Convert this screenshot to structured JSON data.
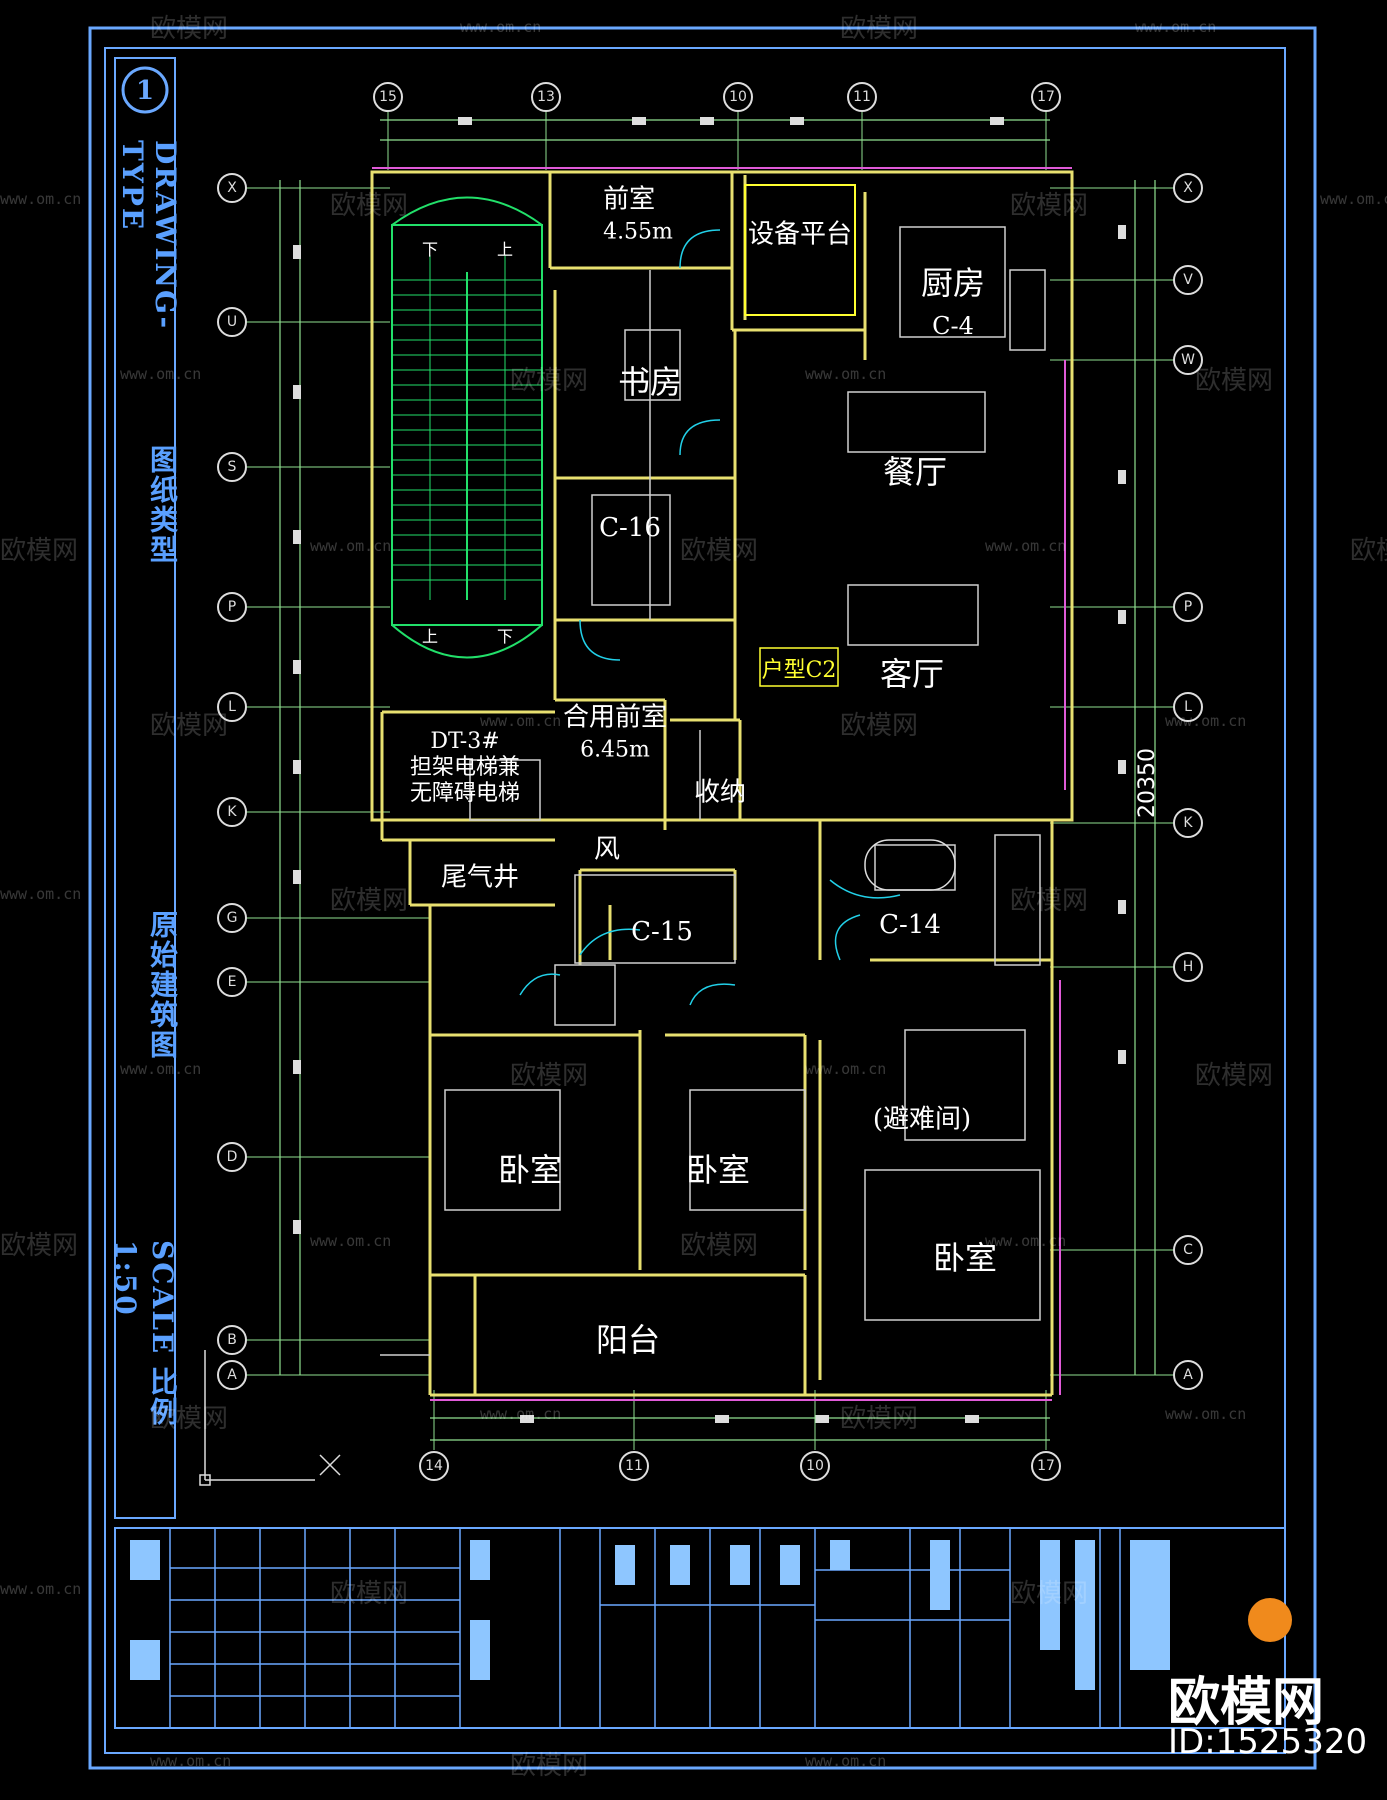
{
  "sheet": {
    "number": "1",
    "drawing_type_en": "DRAWING-TYPE",
    "drawing_type_cn": "图纸类型",
    "drawing_title": "原始建筑图",
    "scale": "SCALE 比例 1:50"
  },
  "rooms": [
    {
      "id": "front-room",
      "label": "前室",
      "sub": "4.55m"
    },
    {
      "id": "equipment-platform",
      "label": "设备平台"
    },
    {
      "id": "kitchen",
      "label": "厨房",
      "sub": "C-4"
    },
    {
      "id": "study",
      "label": "书房"
    },
    {
      "id": "dining-room",
      "label": "餐厅"
    },
    {
      "id": "bathroom-c16",
      "label": "C-16"
    },
    {
      "id": "unit-type",
      "label": "户型C2"
    },
    {
      "id": "living-room",
      "label": "客厅"
    },
    {
      "id": "elevator",
      "label": "DT-3#",
      "sub": "担架电梯兼",
      "sub2": "无障碍电梯"
    },
    {
      "id": "shared-front-room",
      "label": "合用前室",
      "sub": "6.45m"
    },
    {
      "id": "storage",
      "label": "收纳"
    },
    {
      "id": "wind",
      "label": "风"
    },
    {
      "id": "exhaust-shaft",
      "label": "尾气井"
    },
    {
      "id": "bathroom-c15",
      "label": "C-15"
    },
    {
      "id": "bathroom-c14",
      "label": "C-14"
    },
    {
      "id": "refuge-room",
      "label": "(避难间)"
    },
    {
      "id": "bedroom-left",
      "label": "卧室"
    },
    {
      "id": "bedroom-middle",
      "label": "卧室"
    },
    {
      "id": "bedroom-right",
      "label": "卧室"
    },
    {
      "id": "balcony",
      "label": "阳台"
    }
  ],
  "stair_labels": [
    "下",
    "上",
    "上",
    "下"
  ],
  "grid_top": [
    "15",
    "13",
    "10",
    "11",
    "17"
  ],
  "grid_bottom": [
    "14",
    "11",
    "10",
    "17"
  ],
  "grid_left": [
    "X",
    "U",
    "S",
    "P",
    "L",
    "K",
    "G",
    "E",
    "D",
    "B",
    "A"
  ],
  "grid_right": [
    "X",
    "V",
    "W",
    "P",
    "L",
    "K",
    "H",
    "C",
    "A"
  ],
  "overall_dimension": "20350",
  "watermark": {
    "text": "欧模网",
    "url": "www.om.cn"
  },
  "brand": {
    "name": "欧模网",
    "id": "ID:1525320"
  },
  "colors": {
    "frame": "#6aa8ff",
    "wall": "#e8e070",
    "wall2": "#cfcfcf",
    "stair": "#22e06a",
    "cyan": "#22d0e8",
    "magenta": "#e05ad8",
    "yellow": "#ffff30"
  }
}
